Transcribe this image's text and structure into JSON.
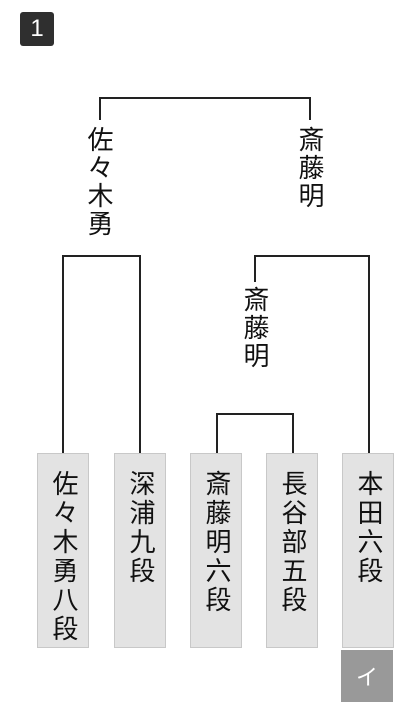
{
  "page_number": "1",
  "corner_label": "イ",
  "final": {
    "left_winner": "佐々木勇",
    "right_winner": "斎藤明"
  },
  "semifinal": {
    "right_winner": "斎藤明"
  },
  "players": [
    "佐々木勇八段",
    "深浦九段",
    "斎藤明六段",
    "長谷部五段",
    "本田六段"
  ]
}
